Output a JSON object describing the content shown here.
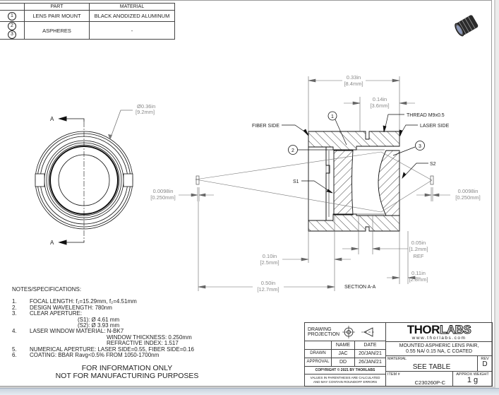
{
  "bom": {
    "headers": [
      "PART",
      "MATERIAL"
    ],
    "rows": [
      {
        "callouts": [
          "1"
        ],
        "part": "LENS PAIR MOUNT",
        "material": "BLACK ANODIZED ALUMINUM"
      },
      {
        "callouts": [
          "2",
          "3"
        ],
        "part": "ASPHERES",
        "material": "-"
      }
    ]
  },
  "front_view": {
    "diameter_in": "Ø0.36in",
    "diameter_mm": "[9.2mm]",
    "section_marker_top": "A",
    "section_marker_bottom": "A"
  },
  "section_view": {
    "title": "SECTION A-A",
    "labels": {
      "fiber_side": "FIBER SIDE",
      "thread": "THREAD M9x0.5",
      "laser_side": "LASER SIDE",
      "s1": "S1",
      "s2": "S2"
    },
    "callouts": [
      "1",
      "2",
      "3"
    ],
    "dimensions": {
      "overall_length": {
        "in": "0.33in",
        "mm": "[8.4mm]"
      },
      "thread_length": {
        "in": "0.14in",
        "mm": "[3.6mm]"
      },
      "window_left": {
        "in": "0.0098in",
        "mm": "[0.250mm]"
      },
      "window_right": {
        "in": "0.0098in",
        "mm": "[0.250mm]"
      },
      "lens_gap": {
        "in": "0.05in",
        "mm": "[1.2mm]",
        "note": "REF"
      },
      "fiber_offset": {
        "in": "0.10in",
        "mm": "[2.5mm]"
      },
      "laser_offset": {
        "in": "0.11in",
        "mm": "[2.8mm]"
      },
      "total_distance": {
        "in": "0.50in",
        "mm": "[12.7mm]"
      }
    }
  },
  "notes": {
    "title": "NOTES/SPECIFICATIONS:",
    "items": [
      {
        "num": "1.",
        "text": "FOCAL LENGTH: f₁=15.29mm, f₂=4.51mm"
      },
      {
        "num": "2.",
        "text": "DESIGN WAVELENGTH: 780nm"
      },
      {
        "num": "3.",
        "text": "CLEAR APERTURE:"
      },
      {
        "num": "",
        "text": "(S1): Ø 4.61 mm",
        "indent": 1
      },
      {
        "num": "",
        "text": "(S2): Ø 3.93 mm",
        "indent": 1
      },
      {
        "num": "4.",
        "text": "LASER WINDOW MATERIAL: N-BK7"
      },
      {
        "num": "",
        "text": "WINDOW THICKNESS: 0.250mm",
        "indent": 2
      },
      {
        "num": "",
        "text": "REFRACTIVE INDEX: 1.517",
        "indent": 2
      },
      {
        "num": "5.",
        "text": "NUMERICAL APERTURE: LASER SIDE=0.55, FIBER SIDE=0.16"
      },
      {
        "num": "6.",
        "text": "COATING: BBAR Ravg<0.5% FROM 1050-1700nm"
      }
    ],
    "disclaimer_line1": "FOR INFORMATION ONLY",
    "disclaimer_line2": "NOT FOR MANUFACTURING PURPOSES"
  },
  "title_block": {
    "projection_label": "DRAWING PROJECTION",
    "name_header": "NAME",
    "date_header": "DATE",
    "drawn_label": "DRAWN",
    "drawn_name": "JAC",
    "drawn_date": "20/JAN/21",
    "approval_label": "APPROVAL",
    "approval_name": "DD",
    "approval_date": "26/JAN/21",
    "copyright": "COPYRIGHT © 2021 BY THORLABS",
    "values_note_1": "VALUES IN PARENTHESIS ARE CALCULATED",
    "values_note_2": "AND MAY CONTAIN ROUNDOFF ERRORS",
    "logo_thor": "THOR",
    "logo_labs": "LABS",
    "website": "www.thorlabs.com",
    "description_1": "MOUNTED ASPHERIC LENS PAIR,",
    "description_2": "0.55 NA/ 0.15 NA, C COATED",
    "material_label": "MATERIAL",
    "material_value": "SEE TABLE",
    "rev_label": "REV",
    "rev_value": "D",
    "item_label": "ITEM #",
    "item_value": "C230260P-C",
    "weight_label": "APPROX WEIGHT",
    "weight_value": "1 g"
  }
}
